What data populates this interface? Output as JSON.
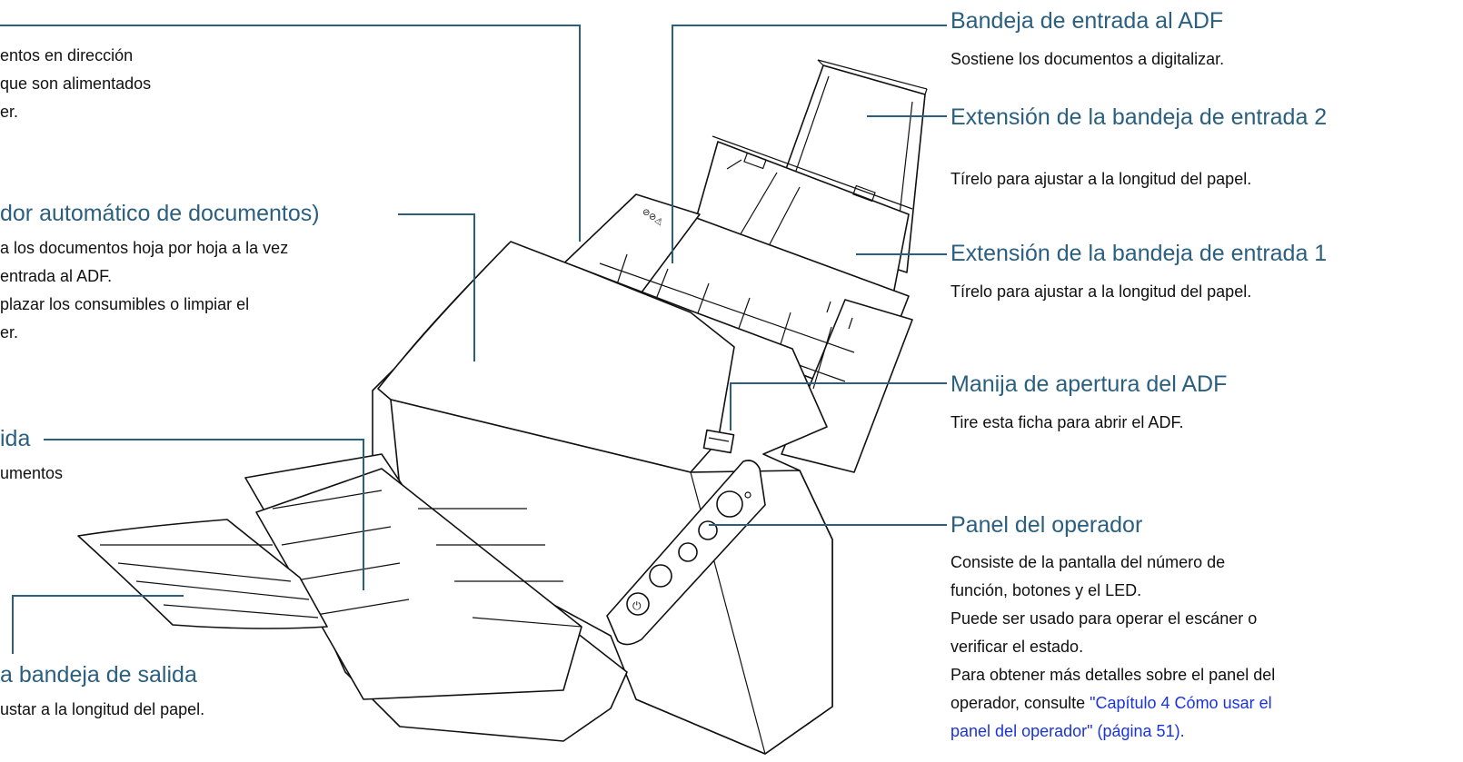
{
  "left_callouts": [
    {
      "id": "stacker",
      "title": "",
      "desc": [
        "entos en dirección",
        "que son alimentados",
        "er."
      ]
    },
    {
      "id": "adf",
      "title": "dor automático de documentos)",
      "desc": [
        "a los documentos hoja por hoja a la vez",
        "entrada al ADF.",
        "plazar los consumibles o limpiar el",
        "er."
      ]
    },
    {
      "id": "output-tray",
      "title": "ida",
      "desc": [
        "umentos"
      ]
    },
    {
      "id": "output-extension",
      "title": "a bandeja de salida",
      "desc": [
        "ustar a la longitud del papel."
      ]
    }
  ],
  "right_callouts": [
    {
      "id": "adf-input-tray",
      "title": "Bandeja de entrada al ADF",
      "desc": [
        "Sostiene los documentos a digitalizar."
      ]
    },
    {
      "id": "input-extension-2",
      "title": "Extensión de la bandeja de entrada 2",
      "desc": [
        "Tírelo para ajustar a la longitud del papel."
      ]
    },
    {
      "id": "input-extension-1",
      "title": "Extensión de la bandeja de entrada 1",
      "desc": [
        "Tírelo para ajustar a la longitud del papel."
      ]
    },
    {
      "id": "adf-open-lever",
      "title": "Manija de apertura del ADF",
      "desc": [
        "Tire esta ficha para abrir el ADF."
      ]
    },
    {
      "id": "operator-panel",
      "title": "Panel del operador",
      "desc": [
        "Consiste de la pantalla del número de",
        "función, botones y el LED.",
        "Puede ser usado para operar el escáner o",
        "verificar el estado.",
        "Para obtener más detalles sobre el panel del"
      ],
      "link_prefix": "operador, consulte ",
      "link_text": "\"Capítulo 4 Cómo usar el",
      "link_text_2": "panel del operador\" (página 51)."
    }
  ],
  "colors": {
    "callout_title": "#2a5f80",
    "leader_line": "#2a5f80",
    "body_text": "#111111",
    "link": "#1a33e0"
  }
}
